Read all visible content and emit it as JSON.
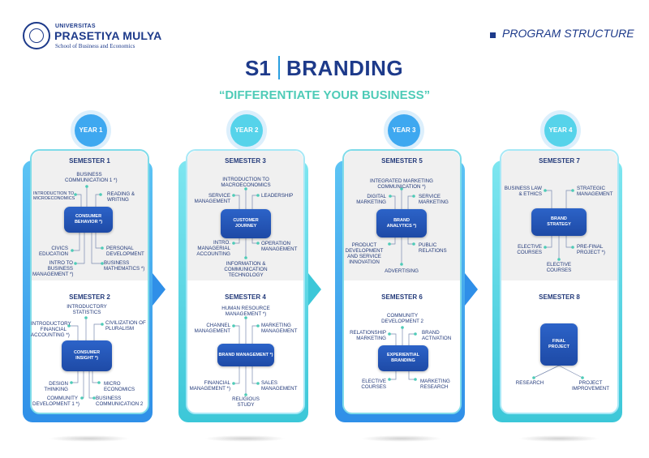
{
  "header": {
    "univ_label": "UNIVERSITAS",
    "univ_name": "PRASETIYA MULYA",
    "school": "School of Business and Economics",
    "section": "PROGRAM STRUCTURE"
  },
  "title": {
    "degree": "S1",
    "program": "BRANDING",
    "tagline": "“DIFFERENTIATE YOUR BUSINESS”"
  },
  "colors": {
    "navy": "#1d3a8a",
    "blue": "#2a9fe0",
    "teal": "#4ecbb7",
    "node": "#2c63c8"
  },
  "years": [
    "YEAR 1",
    "YEAR 2",
    "YEAR 3",
    "YEAR 4"
  ],
  "semesters": {
    "s1": {
      "title": "SEMESTER 1",
      "center": [
        "CONSUMER",
        "BEHAVIOR *)"
      ],
      "items": [
        [
          "BUSINESS",
          "COMMUNICATION 1 *)"
        ],
        [
          "INTRODUCTION TO",
          "MICROECONOMICS"
        ],
        [
          "READING &",
          "WRITING"
        ],
        [
          "CIVICS",
          "EDUCATION"
        ],
        [
          "PERSONAL",
          "DEVELOPMENT"
        ],
        [
          "INTRO TO",
          "BUSINESS",
          "MANAGEMENT *)"
        ],
        [
          "BUSINESS",
          "MATHEMATICS *)"
        ]
      ]
    },
    "s2": {
      "title": "SEMESTER 2",
      "center": [
        "CONSUMER",
        "INSIGHT *)"
      ],
      "items": [
        [
          "INTRODUCTORY",
          "STATISTICS"
        ],
        [
          "INTRODUCTORY",
          "FINANCIAL",
          "ACCOUNTING *)"
        ],
        [
          "CIVILIZATION OF",
          "PLURALISM"
        ],
        [
          "DESIGN",
          "THINKING"
        ],
        [
          "MICRO",
          "ECONOMICS"
        ],
        [
          "COMMUNITY",
          "DEVELOPMENT 1 *)"
        ],
        [
          "BUSINESS",
          "COMMUNICATION 2"
        ]
      ]
    },
    "s3": {
      "title": "SEMESTER 3",
      "center": [
        "CUSTOMER",
        "JOURNEY"
      ],
      "items": [
        [
          "INTRODUCTION TO",
          "MACROECONOMICS"
        ],
        [
          "SERVICE",
          "MANAGEMENT"
        ],
        [
          "LEADERSHIP"
        ],
        [
          "INTRO.",
          "MANAGERIAL",
          "ACCOUNTING"
        ],
        [
          "OPERATION",
          "MANAGEMENT"
        ],
        [
          "INFORMATION &",
          "COMMUNICATION",
          "TECHNOLOGY"
        ]
      ]
    },
    "s4": {
      "title": "SEMESTER 4",
      "center": [
        "BRAND",
        "MANAGEMENT *)"
      ],
      "items": [
        [
          "HUMAN RESOURCE",
          "MANAGEMENT *)"
        ],
        [
          "CHANNEL",
          "MANAGEMENT"
        ],
        [
          "MARKETING",
          "MANAGEMENT"
        ],
        [
          "FINANCIAL",
          "MANAGEMENT *)"
        ],
        [
          "SALES",
          "MANAGEMENT"
        ],
        [
          "RELIGIOUS",
          "STUDY"
        ]
      ]
    },
    "s5": {
      "title": "SEMESTER 5",
      "center": [
        "BRAND",
        "ANALYTICS *)"
      ],
      "items": [
        [
          "INTEGRATED MARKETING",
          "COMMUNICATION *)"
        ],
        [
          "DIGITAL",
          "MARKETING"
        ],
        [
          "SERVICE",
          "MARKETING"
        ],
        [
          "PRODUCT",
          "DEVELOPMENT",
          "AND SERVICE",
          "INNOVATION"
        ],
        [
          "PUBLIC",
          "RELATIONS"
        ],
        [
          "ADVERTISING"
        ]
      ]
    },
    "s6": {
      "title": "SEMESTER 6",
      "center": [
        "EXPERIENTIAL",
        "BRANDING"
      ],
      "items": [
        [
          "COMMUNITY",
          "DEVELOPMENT 2"
        ],
        [
          "RELATIONSHIP",
          "MARKETING"
        ],
        [
          "BRAND",
          "ACTIVATION"
        ],
        [
          "ELECTIVE",
          "COURSES"
        ],
        [
          "MARKETING",
          "RESEARCH"
        ]
      ]
    },
    "s7": {
      "title": "SEMESTER 7",
      "center": [
        "BRAND",
        "STRATEGY"
      ],
      "items": [
        [
          "BUSINESS LAW",
          "& ETHICS"
        ],
        [
          "STRATEGIC",
          "MANAGEMENT"
        ],
        [
          "ELECTIVE",
          "COURSES"
        ],
        [
          "PRE-FINAL",
          "PROJECT *)"
        ],
        [
          "ELECTIVE",
          "COURSES"
        ]
      ]
    },
    "s8": {
      "title": "SEMESTER 8",
      "center": [
        "FINAL",
        "PROJECT"
      ],
      "items": [
        [
          "RESEARCH"
        ],
        [
          "PROJECT",
          "IMPROVEMENT"
        ]
      ]
    }
  }
}
